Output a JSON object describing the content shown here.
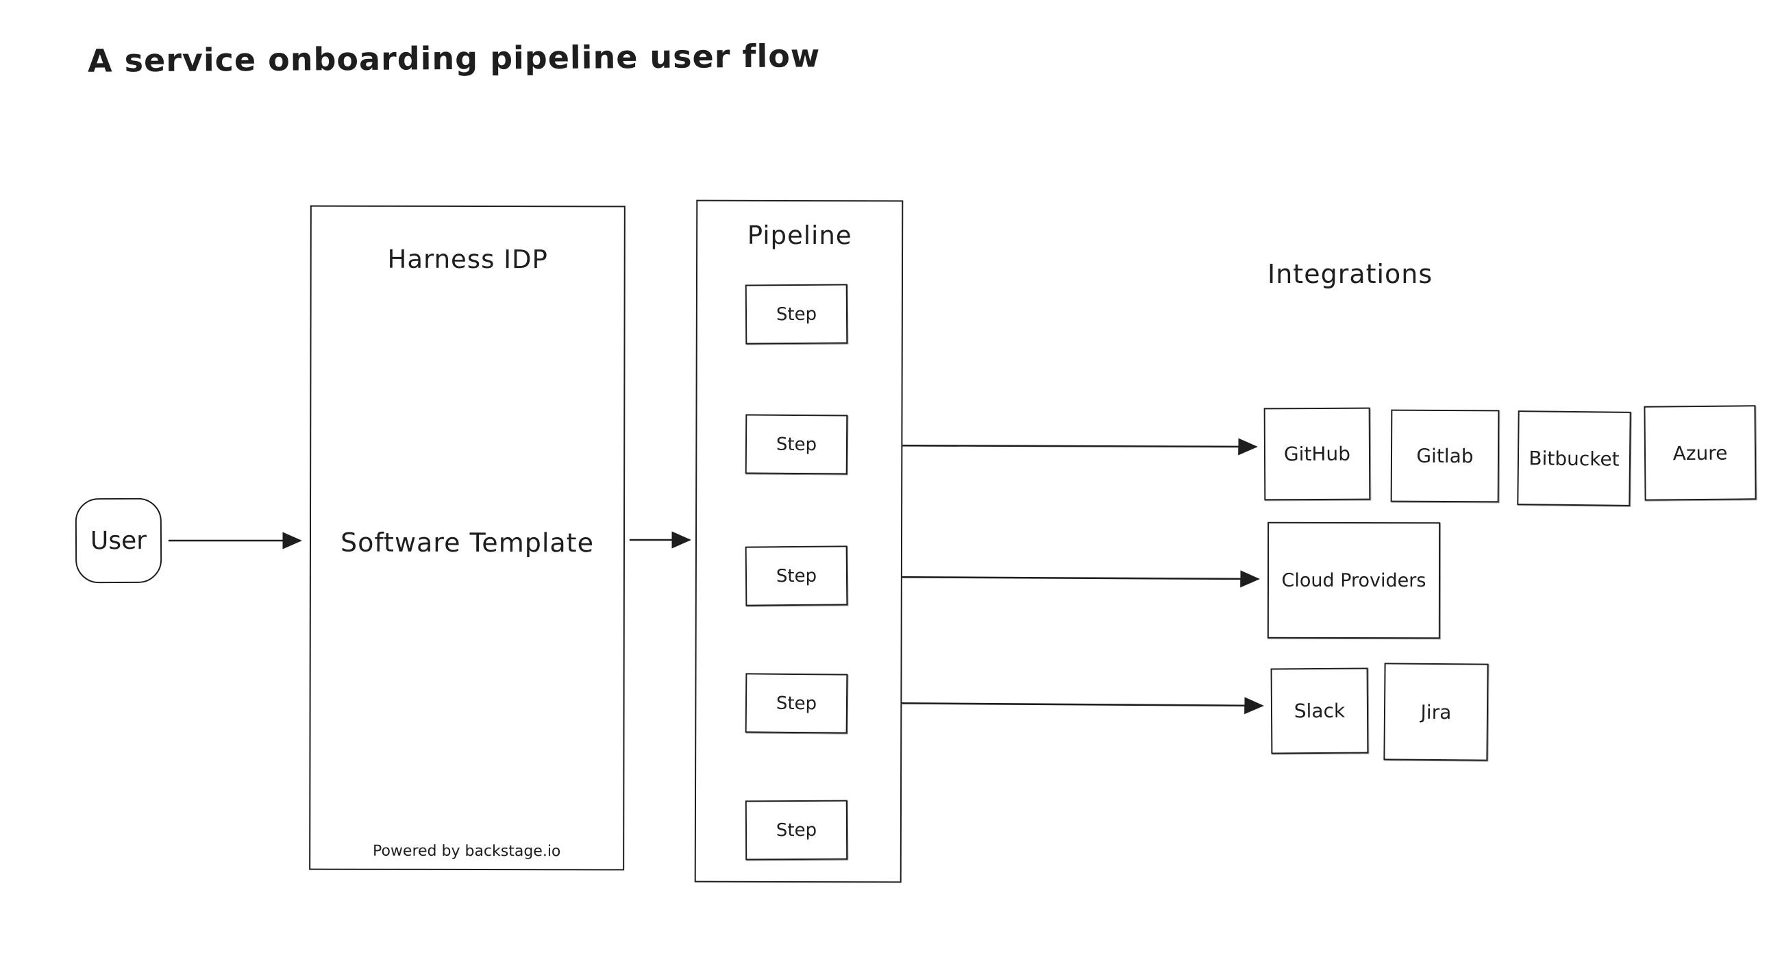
{
  "title": "A service onboarding pipeline user flow",
  "user": {
    "label": "User"
  },
  "harness": {
    "title": "Harness IDP",
    "center_label": "Software Template",
    "footer": "Powered by backstage.io"
  },
  "pipeline": {
    "title": "Pipeline",
    "steps": [
      "Step",
      "Step",
      "Step",
      "Step",
      "Step"
    ]
  },
  "integrations": {
    "title": "Integrations",
    "source_control": [
      "GitHub",
      "Gitlab",
      "Bitbucket",
      "Azure"
    ],
    "cloud": [
      "Cloud Providers"
    ],
    "collaboration": [
      "Slack",
      "Jira"
    ]
  },
  "colors": {
    "stroke": "#1e1e1e",
    "background": "#ffffff"
  }
}
